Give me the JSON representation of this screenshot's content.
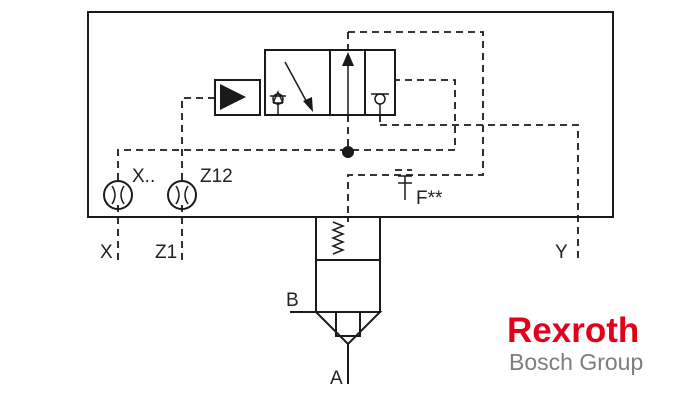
{
  "labels": {
    "port_x_internal": "X..",
    "port_z12": "Z12",
    "port_x": "X",
    "port_z1": "Z1",
    "port_y": "Y",
    "port_b": "B",
    "port_a": "A",
    "orifice": "F**"
  },
  "brand": {
    "name": "Rexroth",
    "group": "Bosch Group",
    "name_color": "#e2001a",
    "group_color": "#7d7d7d"
  },
  "icons": [
    "solenoid-icon",
    "check-valve-icon",
    "spring-icon",
    "orifice-icon",
    "poppet-icon"
  ]
}
